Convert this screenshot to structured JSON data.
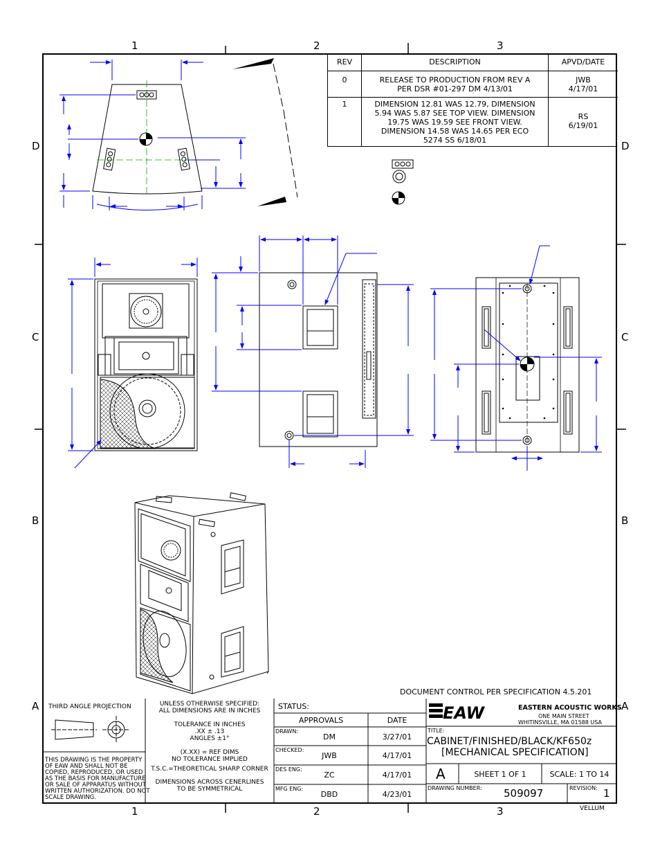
{
  "zones": {
    "top": [
      "1",
      "2",
      "3"
    ],
    "bottom": [
      "1",
      "2",
      "3"
    ],
    "left": [
      "D",
      "C",
      "B",
      "A"
    ],
    "right": [
      "D",
      "C",
      "B",
      "A"
    ]
  },
  "revisions": {
    "headers": {
      "rev": "REV",
      "description": "DESCRIPTION",
      "apvd": "APVD/DATE"
    },
    "rows": [
      {
        "rev": "0",
        "desc1": "RELEASE TO PRODUCTION FROM REV A",
        "desc2": "PER DSR #01-297 DM 4/13/01",
        "apvd1": "JWB",
        "apvd2": "4/17/01"
      },
      {
        "rev": "1",
        "desc1": "DIMENSION 12.81 WAS 12.79, DIMENSION",
        "desc2": "5.94 WAS 5.87 SEE TOP VIEW. DIMENSION",
        "desc3": "19.75 WAS 19.59 SEE FRONT VIEW.",
        "desc4": "DIMENSION 14.58 WAS 14.65 PER ECO",
        "desc5": "5274  SS 6/18/01",
        "apvd1": "RS",
        "apvd2": "6/19/01"
      }
    ]
  },
  "doc_control": "DOCUMENT CONTROL PER SPECIFICATION 4.5.201",
  "title_block": {
    "projection": "THIRD ANGLE PROJECTION",
    "property_notice": [
      "THIS DRAWING IS THE PROPERTY",
      "OF EAW AND SHALL NOT BE",
      "COPIED, REPRODUCED, OR USED",
      "AS THE BASIS FOR MANUFACTURE",
      "OR SALE OF APPARATUS WITHOUT",
      "WRITTEN AUTHORIZATION. DO NOT",
      "SCALE DRAWING."
    ],
    "unless1": "UNLESS OTHERWISE SPECIFIED:",
    "unless2": "ALL DIMENSIONS ARE IN INCHES",
    "tol1": "TOLERANCE IN INCHES",
    "tol2": ".XX ± .13",
    "tol3": "ANGLES ±1°",
    "ref1": "(X.XX) = REF DIMS",
    "ref2": "NO TOLERANCE IMPLIED",
    "tsc": "T.S.C.=THEORETICAL SHARP CORNER",
    "sym1": "DIMENSIONS ACROSS CENERLINES",
    "sym2": "TO BE SYMMETRICAL",
    "status_label": "STATUS:",
    "approvals_label": "APPROVALS",
    "date_label": "DATE",
    "approvals": [
      {
        "role": "DRAWN:",
        "name": "DM",
        "date": "3/27/01"
      },
      {
        "role": "CHECKED:",
        "name": "JWB",
        "date": "4/17/01"
      },
      {
        "role": "DES ENG:",
        "name": "ZC",
        "date": "4/17/01"
      },
      {
        "role": "MFG ENG:",
        "name": "DBD",
        "date": "4/23/01"
      }
    ],
    "logo_text": "EAW",
    "company": "EASTERN ACOUSTIC WORKS",
    "address1": "ONE MAIN STREET",
    "address2": "WHITINSVILLE, MA   01588   USA",
    "title_label": "TITLE:",
    "title1": "CABINET/FINISHED/BLACK/KF650z",
    "title2": "[MECHANICAL SPECIFICATION]",
    "size": "A",
    "sheet": "SHEET 1 OF 1",
    "scale": "SCALE: 1 TO 14",
    "drawing_number_label": "DRAWING NUMBER:",
    "drawing_number": "509097",
    "revision_label": "REVISION:",
    "revision": "1",
    "vellum": "VELLUM"
  }
}
